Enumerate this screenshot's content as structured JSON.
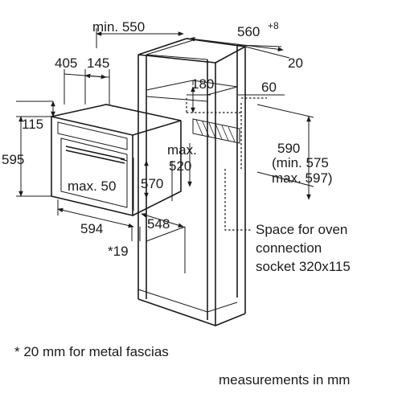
{
  "dimensions": {
    "cabinet_min_height": "min. 550",
    "cabinet_width": "560",
    "cabinet_width_tolerance": "+8",
    "side_top": "20",
    "oven_depth_a": "405",
    "oven_depth_b": "145",
    "shelf_gap": "180",
    "back_gap": "60",
    "panel_height": "115",
    "oven_height": "595",
    "cutout_max_a": "max.",
    "cutout_max_b": "520",
    "cutout_height": "590",
    "cutout_height_range_a": "(min. 575",
    "cutout_height_range_b": "max. 597)",
    "front_gap": "max. 50",
    "niche_depth": "570",
    "oven_width": "594",
    "oven_inner_width": "548",
    "fascia_offset": "*19"
  },
  "callout": {
    "line1": "Space for oven",
    "line2": "connection",
    "line3": "socket 320x115"
  },
  "footnote": "* 20 mm for metal fascias",
  "units_note": "measurements in mm"
}
